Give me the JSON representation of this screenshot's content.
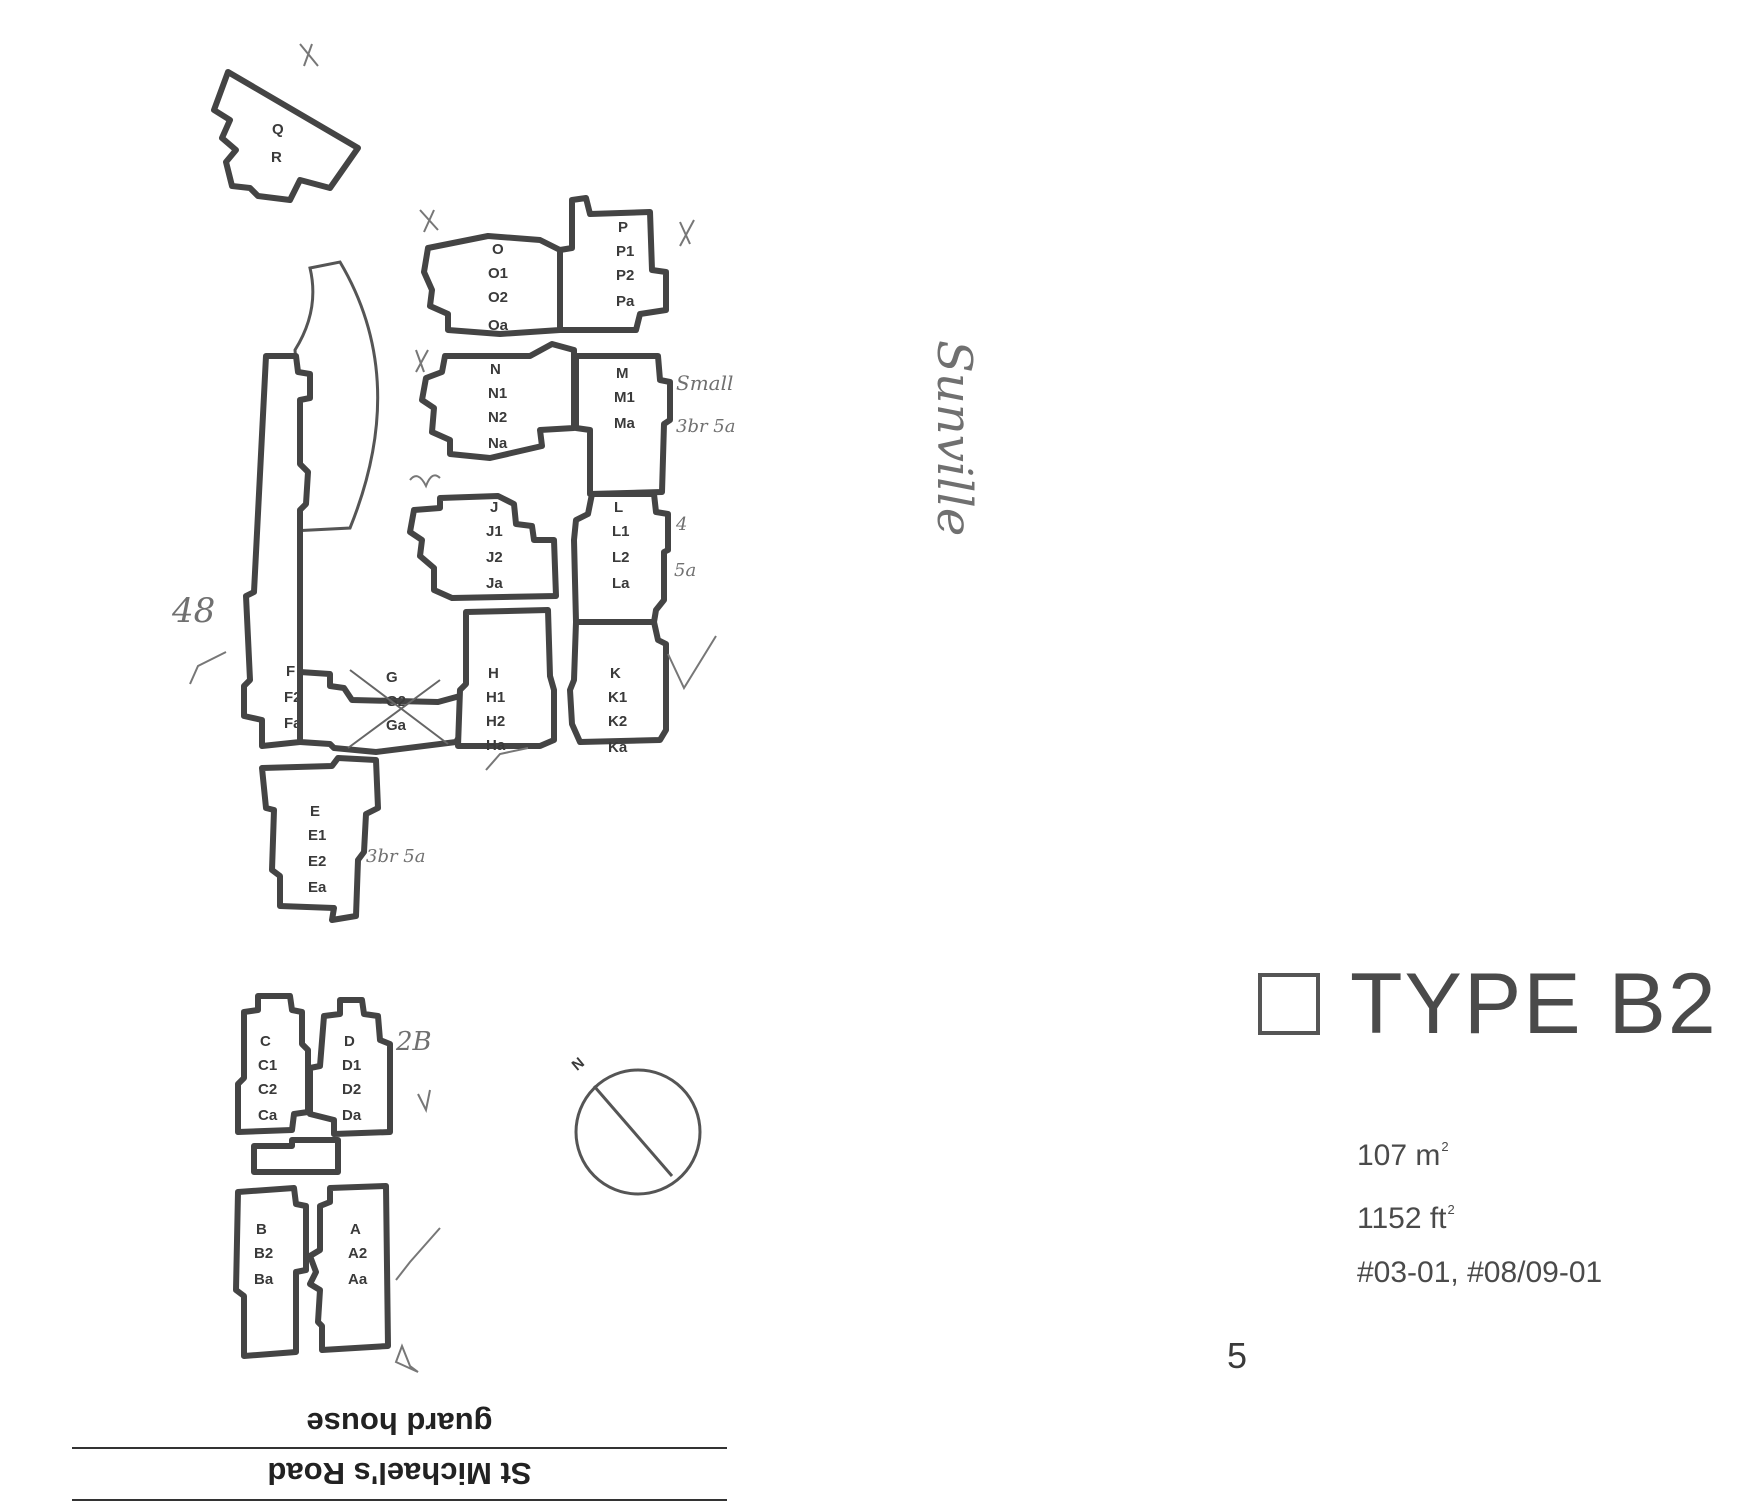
{
  "site_plan": {
    "blocks": [
      {
        "id": "qr",
        "labels": [
          "Q",
          "R"
        ]
      },
      {
        "id": "o",
        "labels": [
          "O",
          "O1",
          "O2",
          "Oa"
        ]
      },
      {
        "id": "p",
        "labels": [
          "P",
          "P1",
          "P2",
          "Pa"
        ]
      },
      {
        "id": "n",
        "labels": [
          "N",
          "N1",
          "N2",
          "Na"
        ]
      },
      {
        "id": "m",
        "labels": [
          "M",
          "M1",
          "Ma"
        ]
      },
      {
        "id": "j",
        "labels": [
          "J",
          "J1",
          "J2",
          "Ja"
        ]
      },
      {
        "id": "l",
        "labels": [
          "L",
          "L1",
          "L2",
          "La"
        ]
      },
      {
        "id": "f",
        "labels": [
          "F",
          "F2",
          "Fa"
        ]
      },
      {
        "id": "g",
        "labels": [
          "G",
          "G2",
          "Ga"
        ]
      },
      {
        "id": "h",
        "labels": [
          "H",
          "H1",
          "H2",
          "Ha"
        ]
      },
      {
        "id": "k",
        "labels": [
          "K",
          "K1",
          "K2",
          "Ka"
        ]
      },
      {
        "id": "e",
        "labels": [
          "E",
          "E1",
          "E2",
          "Ea"
        ]
      },
      {
        "id": "c",
        "labels": [
          "C",
          "C1",
          "C2",
          "Ca"
        ]
      },
      {
        "id": "d",
        "labels": [
          "D",
          "D1",
          "D2",
          "Da"
        ]
      },
      {
        "id": "b",
        "labels": [
          "B",
          "B2",
          "Ba"
        ]
      },
      {
        "id": "a",
        "labels": [
          "A",
          "A2",
          "Aa"
        ]
      }
    ],
    "compass_label": "N",
    "guard_house": "guard house",
    "road": "St Michael's Road"
  },
  "handwritten_notes": {
    "vertical": "Sunville",
    "small": "Small",
    "three_one": "3br 5a"
  },
  "unit_type": {
    "title": "TYPE  B2",
    "area_m2": "107 m",
    "area_m2_sup": "2",
    "area_ft2": "1152 ft",
    "area_ft2_sup": "2",
    "units": "#03-01, #08/09-01"
  },
  "page_number": "5"
}
